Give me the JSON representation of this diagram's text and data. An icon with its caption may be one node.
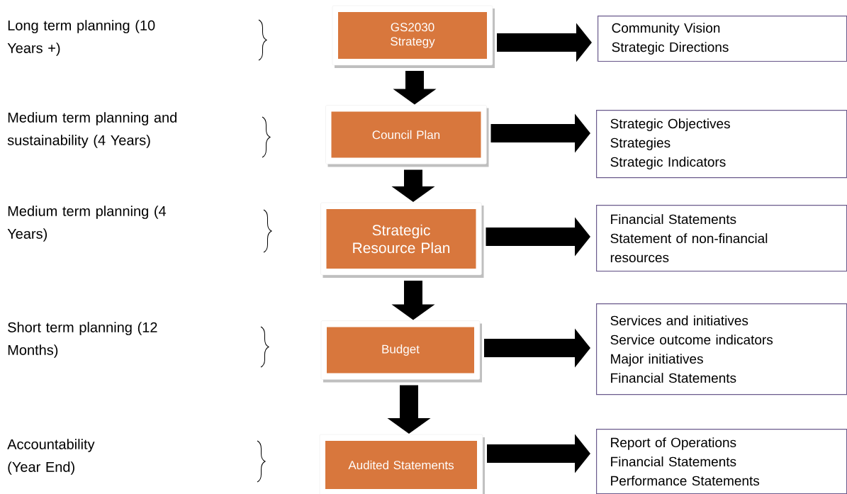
{
  "diagram": {
    "nodes": [
      {
        "text": [
          "GS2030 Strategy"
        ]
      },
      {
        "text": [
          "Council Plan"
        ]
      },
      {
        "text": [
          "Strategic Resource Plan"
        ]
      },
      {
        "text": [
          "Budget"
        ]
      },
      {
        "text": [
          "Audited Statements"
        ]
      },
      {
        "text": [
          "Community Vision",
          "Strategic Directions"
        ]
      },
      {
        "text": [
          "Strategic Objectives",
          "Strategies",
          "Strategic Indicators"
        ]
      },
      {
        "text": [
          "Financial Statements",
          "Statement of non-financial resources"
        ]
      },
      {
        "text": [
          "Services and initiatives",
          "Service outcome indicators",
          "Major initiatives",
          "Financial Statements"
        ]
      },
      {
        "text": [
          "Report of Operations",
          "Financial Statements",
          "Performance Statements"
        ]
      }
    ],
    "edges": [
      {
        "from": 0,
        "to": 1,
        "arrow": "to"
      },
      {
        "from": 1,
        "to": 2,
        "arrow": "to"
      },
      {
        "from": 2,
        "to": 3,
        "arrow": "to"
      },
      {
        "from": 3,
        "to": 4,
        "arrow": "to"
      },
      {
        "from": 0,
        "to": 5,
        "arrow": "to"
      },
      {
        "from": 1,
        "to": 6,
        "arrow": "to"
      },
      {
        "from": 2,
        "to": 7,
        "arrow": "to"
      },
      {
        "from": 3,
        "to": 8,
        "arrow": "to"
      },
      {
        "from": 4,
        "to": 9,
        "arrow": "to"
      }
    ],
    "labels": [
      "Long term planning (10 Years +)",
      "Medium term planning and sustainability (4 Years)",
      "Medium term planning (4 Years)",
      "Short term planning (12 Months)",
      "Accountability (Year End)"
    ]
  }
}
